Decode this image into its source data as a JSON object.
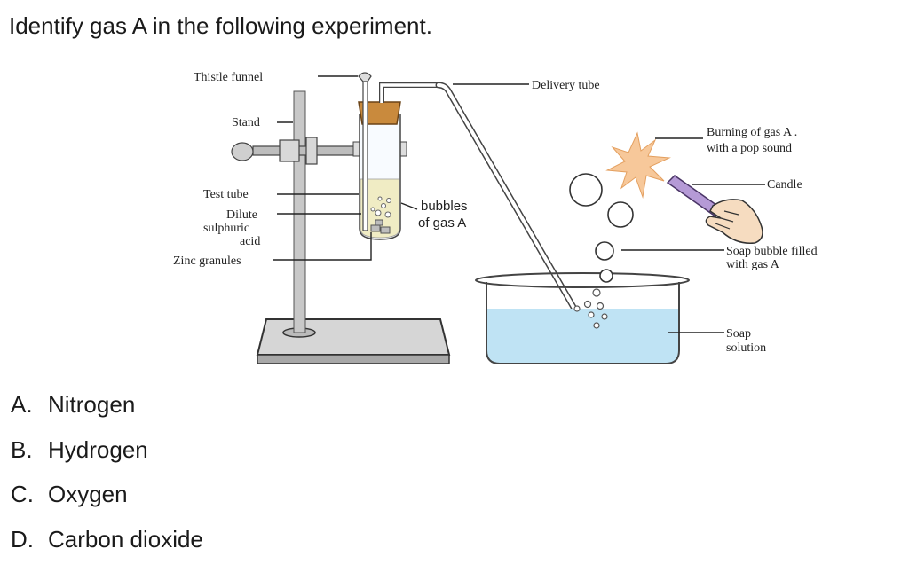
{
  "question": "Identify gas A in the following experiment.",
  "diagram": {
    "labels": {
      "thistle_funnel": "Thistle funnel",
      "stand": "Stand",
      "test_tube": "Test tube",
      "dilute_1": "Dilute",
      "dilute_2": "sulphuric",
      "dilute_3": "acid",
      "zinc": "Zinc granules",
      "bubbles_1": "bubbles",
      "bubbles_2": "of gas A",
      "delivery_tube": "Delivery tube",
      "burning_1": "Burning of  gas A .",
      "burning_2": "with a pop sound",
      "candle": "Candle",
      "soap_bubble_1": "Soap bubble filled",
      "soap_bubble_2": "with  gas A",
      "soap_solution_1": "Soap",
      "soap_solution_2": "solution"
    },
    "colors": {
      "cork": "#c98a3d",
      "liquid": "#f0ecc4",
      "water": "#bfe3f4",
      "flame": "#f7c89a",
      "candle": "#b59ad6",
      "stand": "#c8c8c8"
    }
  },
  "options": [
    {
      "letter": "A.",
      "text": "Nitrogen"
    },
    {
      "letter": "B.",
      "text": "Hydrogen"
    },
    {
      "letter": "C.",
      "text": "Oxygen"
    },
    {
      "letter": "D.",
      "text": "Carbon dioxide"
    }
  ]
}
